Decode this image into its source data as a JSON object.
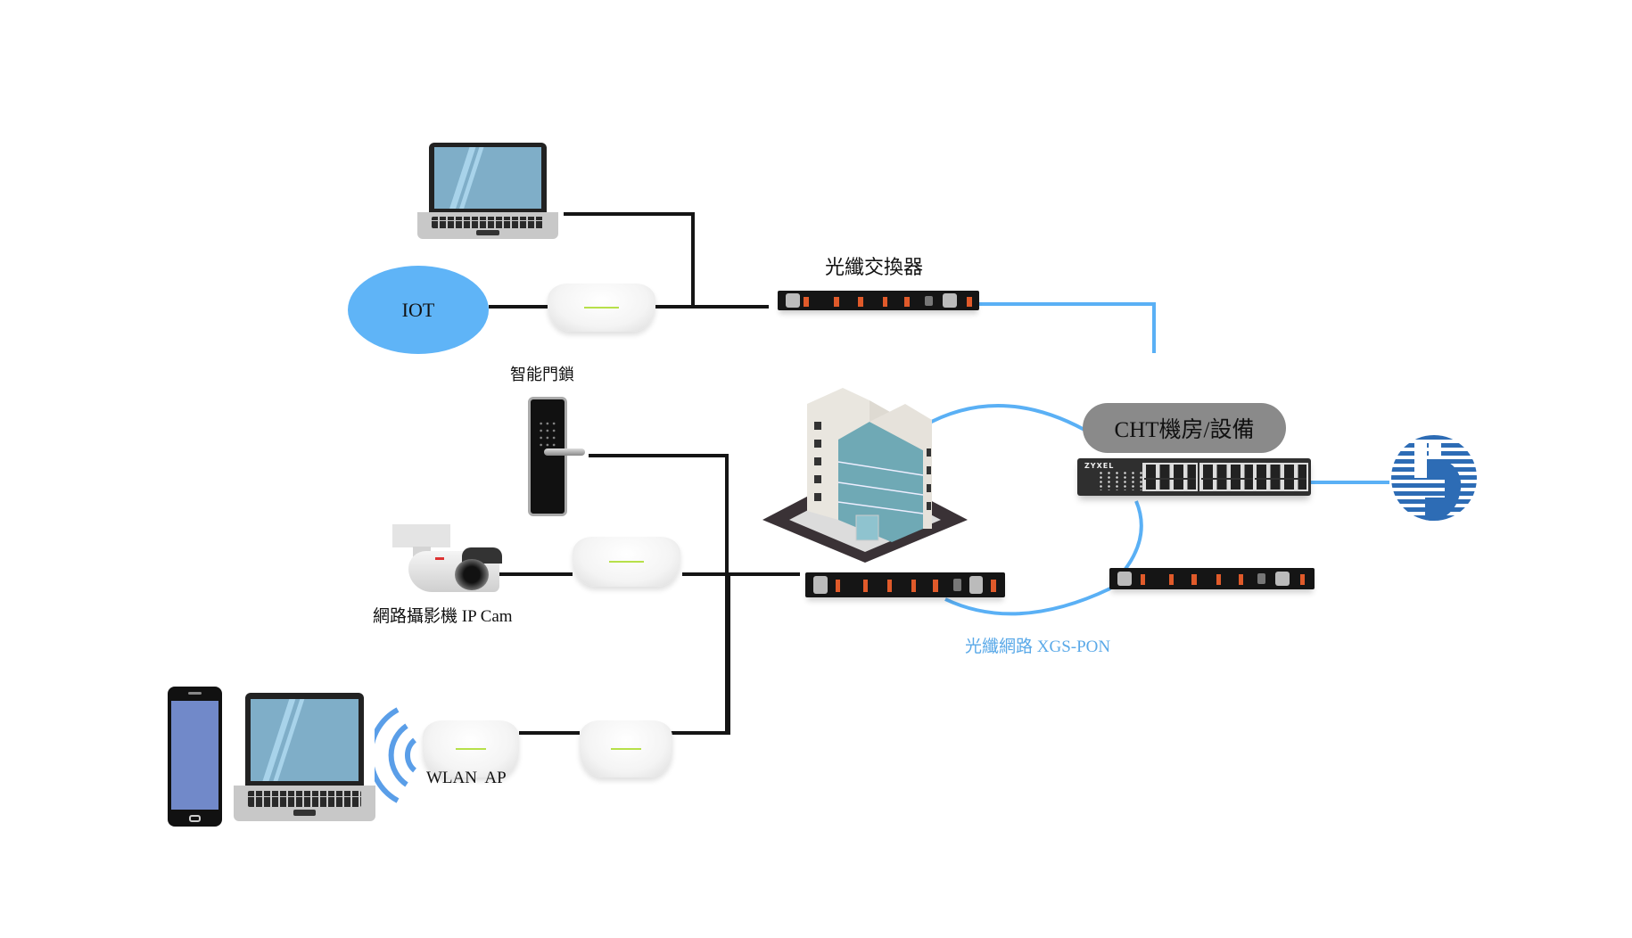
{
  "diagram": {
    "title": "Network topology diagram",
    "colors": {
      "copper_link": "#151515",
      "fiber_link": "#5ab0f5",
      "iot_fill": "#5fb4f7",
      "cht_pill_fill": "#8a8a8a",
      "cht_logo": "#2d6cb5",
      "fiber_label": "#5aa9e8"
    },
    "labels": {
      "fiber_switch": "光纖交換器",
      "iot": "IOT",
      "smart_lock": "智能門鎖",
      "ip_cam": "網路攝影機 IP Cam",
      "wlan_ap": "WLAN  AP",
      "cht_room": "CHT機房/設備",
      "fiber_network": "光纖網路 XGS-PON",
      "switch_brand": "ZYXEL"
    },
    "nodes": [
      {
        "id": "laptop-top",
        "type": "laptop-icon"
      },
      {
        "id": "iot-cloud",
        "type": "iot-ellipse",
        "label": "IOT"
      },
      {
        "id": "ap-top",
        "type": "access-point-icon"
      },
      {
        "id": "fiber-switch-top",
        "type": "rack-switch-icon",
        "label": "光纖交換器"
      },
      {
        "id": "smart-lock",
        "type": "door-lock-icon",
        "label": "智能門鎖"
      },
      {
        "id": "ip-camera",
        "type": "camera-icon",
        "label": "網路攝影機 IP Cam"
      },
      {
        "id": "ap-cam",
        "type": "access-point-icon"
      },
      {
        "id": "building",
        "type": "building-icon"
      },
      {
        "id": "fiber-switch-building",
        "type": "rack-switch-icon"
      },
      {
        "id": "cht-room",
        "type": "pill-label",
        "label": "CHT機房/設備"
      },
      {
        "id": "cht-switch",
        "type": "24-port-switch-icon",
        "label": "ZYXEL"
      },
      {
        "id": "fiber-switch-right",
        "type": "rack-switch-icon"
      },
      {
        "id": "cht-logo",
        "type": "chunghwa-logo-icon"
      },
      {
        "id": "phone",
        "type": "smartphone-icon"
      },
      {
        "id": "laptop-bottom",
        "type": "laptop-icon"
      },
      {
        "id": "wifi-signal",
        "type": "wifi-waves-icon"
      },
      {
        "id": "ap-wlan-1",
        "type": "access-point-icon",
        "label": "WLAN  AP"
      },
      {
        "id": "ap-wlan-2",
        "type": "access-point-icon"
      }
    ],
    "links": [
      {
        "from": "laptop-top",
        "to": "fiber-switch-top",
        "medium": "copper"
      },
      {
        "from": "iot-cloud",
        "to": "ap-top",
        "medium": "copper"
      },
      {
        "from": "ap-top",
        "to": "fiber-switch-top",
        "medium": "copper"
      },
      {
        "from": "fiber-switch-top",
        "to": "cht-room",
        "medium": "fiber"
      },
      {
        "from": "smart-lock",
        "to": "fiber-switch-building",
        "medium": "copper"
      },
      {
        "from": "ip-camera",
        "to": "ap-cam",
        "medium": "copper"
      },
      {
        "from": "ap-cam",
        "to": "fiber-switch-building",
        "medium": "copper"
      },
      {
        "from": "ap-wlan-1",
        "to": "ap-wlan-2",
        "medium": "copper"
      },
      {
        "from": "ap-wlan-2",
        "to": "fiber-switch-building",
        "medium": "copper"
      },
      {
        "from": "building",
        "to": "cht-room",
        "medium": "fiber"
      },
      {
        "from": "cht-switch",
        "to": "fiber-switch-right",
        "medium": "fiber"
      },
      {
        "from": "fiber-switch-building",
        "to": "fiber-switch-right",
        "medium": "fiber"
      },
      {
        "from": "cht-switch",
        "to": "cht-logo",
        "medium": "fiber"
      }
    ]
  }
}
